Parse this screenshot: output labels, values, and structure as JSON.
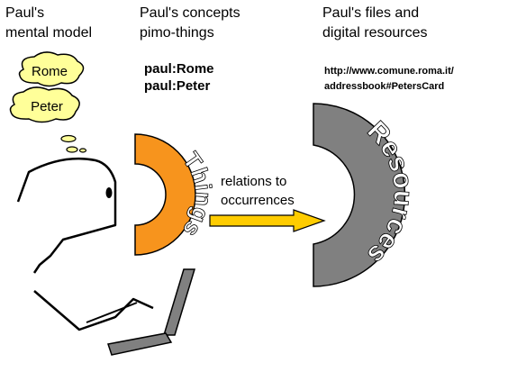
{
  "columns": {
    "mental_model": {
      "line1": "Paul's",
      "line2": "mental model"
    },
    "concepts": {
      "line1": "Paul's concepts",
      "line2": "pimo-things"
    },
    "files": {
      "line1": "Paul's files and",
      "line2": "digital resources"
    }
  },
  "thoughts": {
    "cloud1": "Rome",
    "cloud2": "Peter"
  },
  "concept_uris": {
    "uri1": "paul:Rome",
    "uri2": "paul:Peter"
  },
  "resource_uri": {
    "line1": "http://www.comune.roma.it/",
    "line2": "addressbook#PetersCard"
  },
  "arcs": {
    "things": "Things",
    "resources": "Resources"
  },
  "relation": {
    "line1": "relations to",
    "line2": "occurrences"
  },
  "colors": {
    "things_fill": "#f7941d",
    "resources_fill": "#808080",
    "cloud_fill": "#ffff99",
    "arrow_fill": "#ffcc00",
    "laptop_fill": "#808080"
  },
  "icons": [
    "thought-cloud-icon",
    "person-head-icon",
    "laptop-icon",
    "arrow-right-icon"
  ]
}
